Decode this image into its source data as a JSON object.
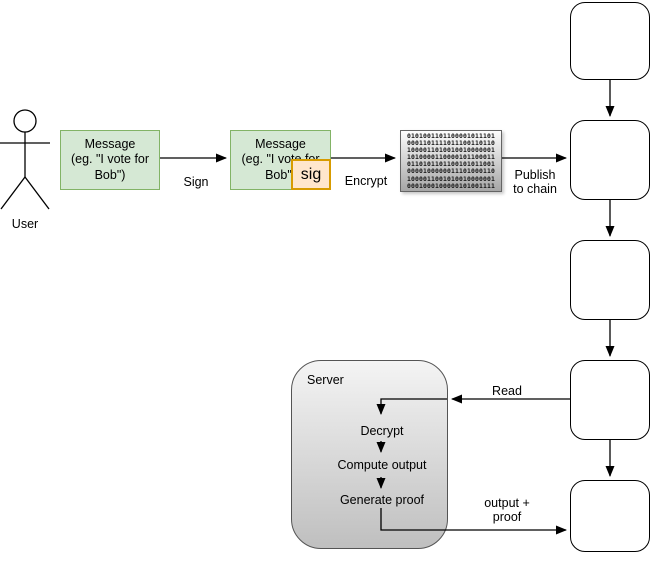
{
  "user": {
    "label": "User"
  },
  "flow": {
    "message1": "Message\n(eg. \"I vote for\nBob\")",
    "message2": "Message\n(eg. \"I vote for\nBob\")",
    "sig": "sig",
    "sign_label": "Sign",
    "encrypt_label": "Encrypt",
    "publish_label": "Publish\nto chain",
    "read_label": "Read",
    "output_label": "output +\nproof"
  },
  "binary_box": {
    "lines": [
      "0101001101100001011101",
      "0001101111011100110110",
      "1000011010010010000001",
      "1010000110000101100011",
      "0110101101100101011001",
      "0000100000011101000110",
      "1000011001010010000001",
      "0001000100000101001111"
    ]
  },
  "server": {
    "title": "Server",
    "steps": [
      "Decrypt",
      "Compute output",
      "Generate proof"
    ]
  },
  "chain": {
    "block_count": 5
  },
  "colors": {
    "message_fill": "#d5e8d4",
    "message_border": "#82b366",
    "sig_fill": "#ffe6cc",
    "sig_border": "#d79b00",
    "box_gradient_top": "#fdfdfd",
    "box_gradient_bottom": "#a6a6a6",
    "line": "#000000"
  }
}
